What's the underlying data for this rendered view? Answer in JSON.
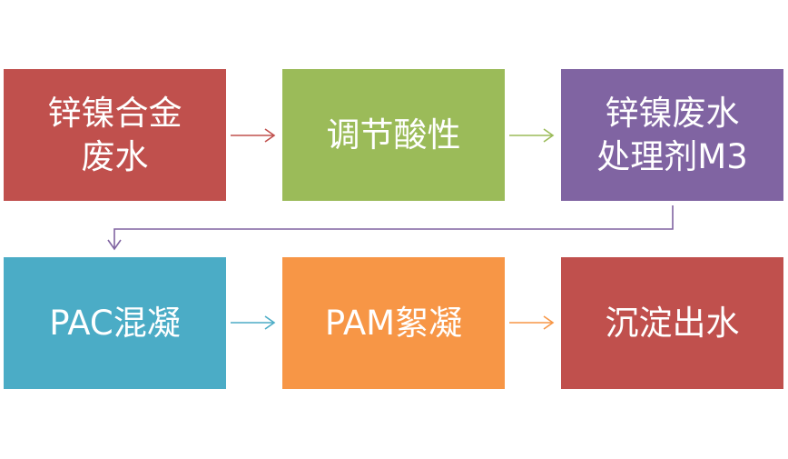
{
  "diagram": {
    "type": "process-flowchart",
    "nodes": [
      {
        "id": "n1",
        "label_lines": [
          "锌镍合金",
          "废水"
        ],
        "color": "#C0504D"
      },
      {
        "id": "n2",
        "label_lines": [
          "调节酸性"
        ],
        "color": "#9BBB59"
      },
      {
        "id": "n3",
        "label_lines": [
          "锌镍废水",
          "处理剂M3"
        ],
        "color": "#8064A2"
      },
      {
        "id": "n4",
        "label_lines": [
          "PAC混凝"
        ],
        "color": "#4BACC6"
      },
      {
        "id": "n5",
        "label_lines": [
          "PAM絮凝"
        ],
        "color": "#F79646"
      },
      {
        "id": "n6",
        "label_lines": [
          "沉淀出水"
        ],
        "color": "#C0504D"
      }
    ],
    "edges": [
      {
        "from": "n1",
        "to": "n2",
        "color": "#C0504D"
      },
      {
        "from": "n2",
        "to": "n3",
        "color": "#9BBB59"
      },
      {
        "from": "n3",
        "to": "n4",
        "color": "#8064A2"
      },
      {
        "from": "n4",
        "to": "n5",
        "color": "#4BACC6"
      },
      {
        "from": "n5",
        "to": "n6",
        "color": "#F79646"
      }
    ]
  }
}
